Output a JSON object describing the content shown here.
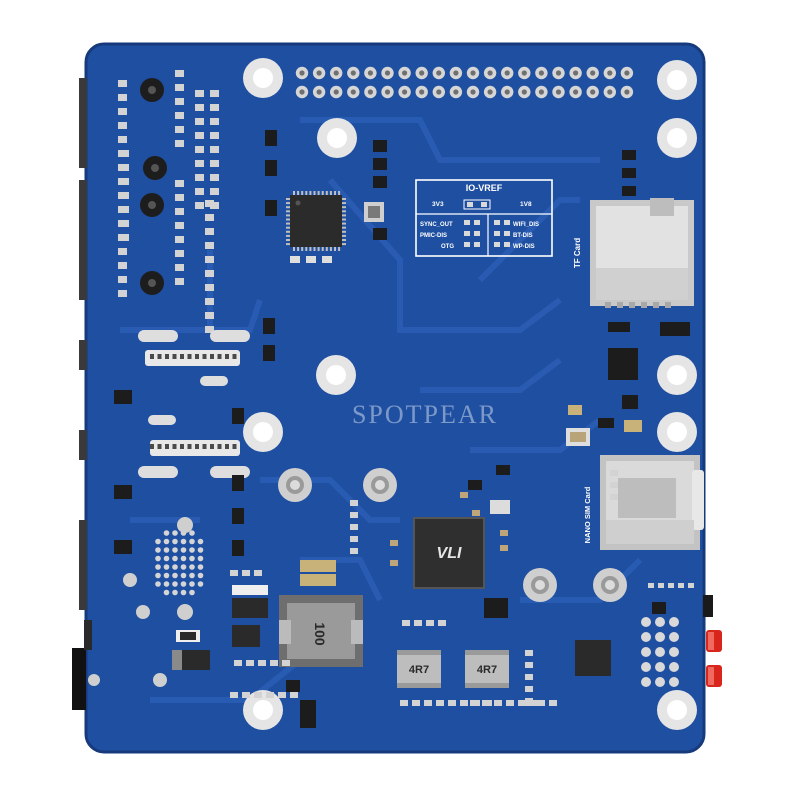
{
  "photo": {
    "subject_colors": {
      "pcb": "#1f4fa0",
      "pcb_dark": "#183f85",
      "trace": "#2a5cb2",
      "silkscreen": "#ffffff",
      "pad": "#d9d9d9",
      "chip": "#2b2b2b",
      "led_red": "#d8261c"
    }
  },
  "silkscreen": {
    "io_vref": "IO-VREF",
    "v3v3": "3V3",
    "v1v8": "1V8",
    "sync_out": "SYNC_OUT",
    "pmic_dis": "PMIC-DIS",
    "otg": "OTG",
    "wifi_dis": "WIFI_DIS",
    "bt_dis": "BT-DIS",
    "wp_dis": "WP-DIS",
    "tf_card": "TF Card",
    "nano_sim": "NANO SIM Card"
  },
  "components": {
    "inductor_main": "100",
    "inductor_a": "4R7",
    "inductor_b": "4R7"
  },
  "watermark": "SPOTPEAR"
}
